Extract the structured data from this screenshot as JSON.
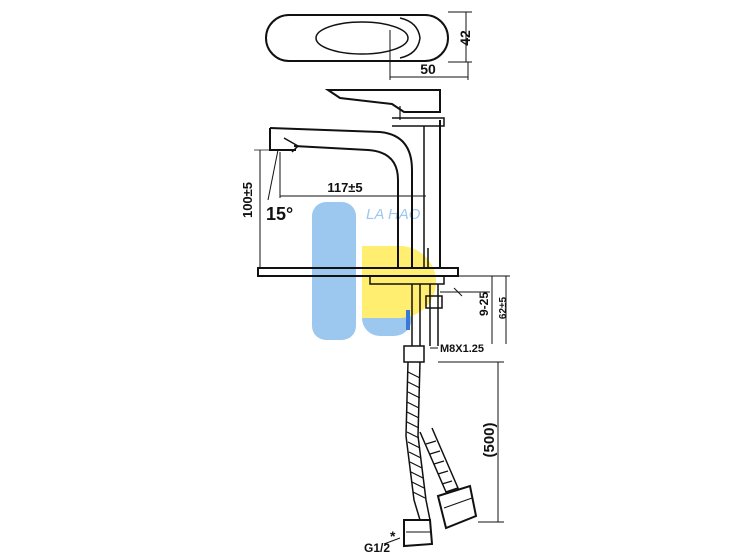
{
  "dimensions": {
    "top_width": "50",
    "top_height": "42",
    "spout_reach": "117±5",
    "spout_height": "100±5",
    "spout_angle": "15°",
    "deck_thickness": "9-25",
    "mount_height": "62±5",
    "thread": "M8X1.25",
    "hose_length": "(500)",
    "connector": "G1/2"
  },
  "watermark": {
    "text": "LA HAO",
    "blue": "#9cc8f0",
    "yellow": "#ffee70"
  },
  "colors": {
    "ink": "#111111"
  }
}
